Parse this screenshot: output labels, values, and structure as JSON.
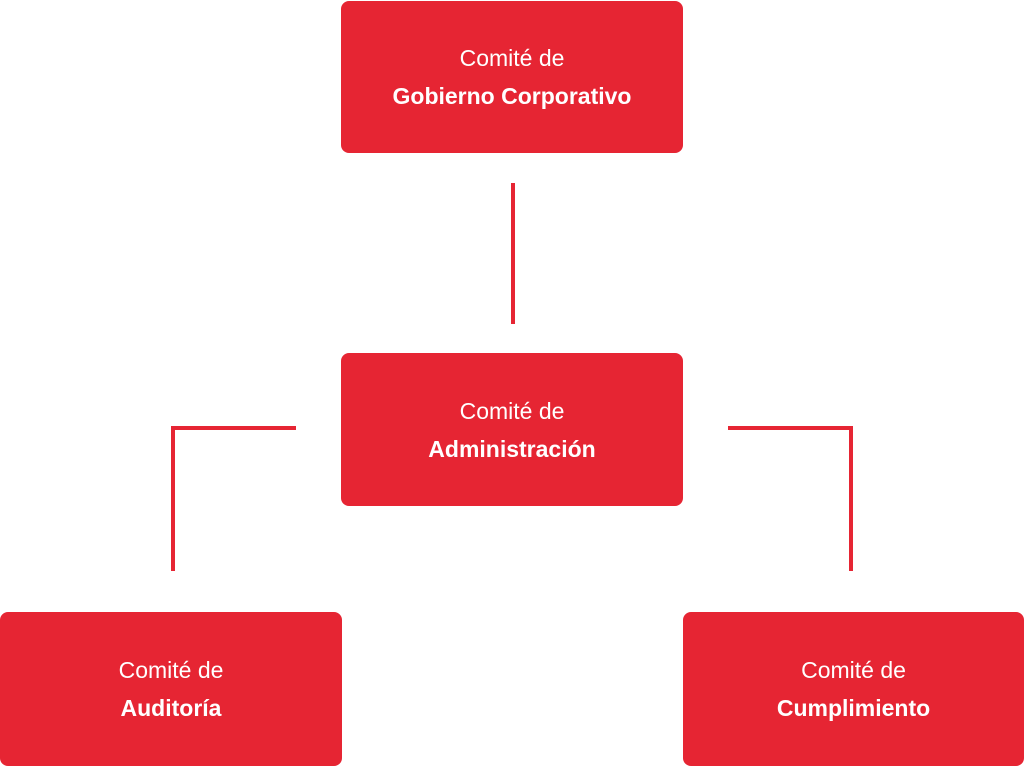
{
  "diagram": {
    "accent_color": "#e62533",
    "nodes": {
      "gobierno": {
        "prefix": "Comité de",
        "name": "Gobierno Corporativo"
      },
      "administracion": {
        "prefix": "Comité de",
        "name": "Administración"
      },
      "auditoria": {
        "prefix": "Comité de",
        "name": "Auditoría"
      },
      "cumplimiento": {
        "prefix": "Comité de",
        "name": "Cumplimiento"
      }
    },
    "edges": [
      {
        "from": "gobierno",
        "to": "administracion"
      },
      {
        "from": "administracion",
        "to": "auditoria"
      },
      {
        "from": "administracion",
        "to": "cumplimiento"
      }
    ]
  }
}
